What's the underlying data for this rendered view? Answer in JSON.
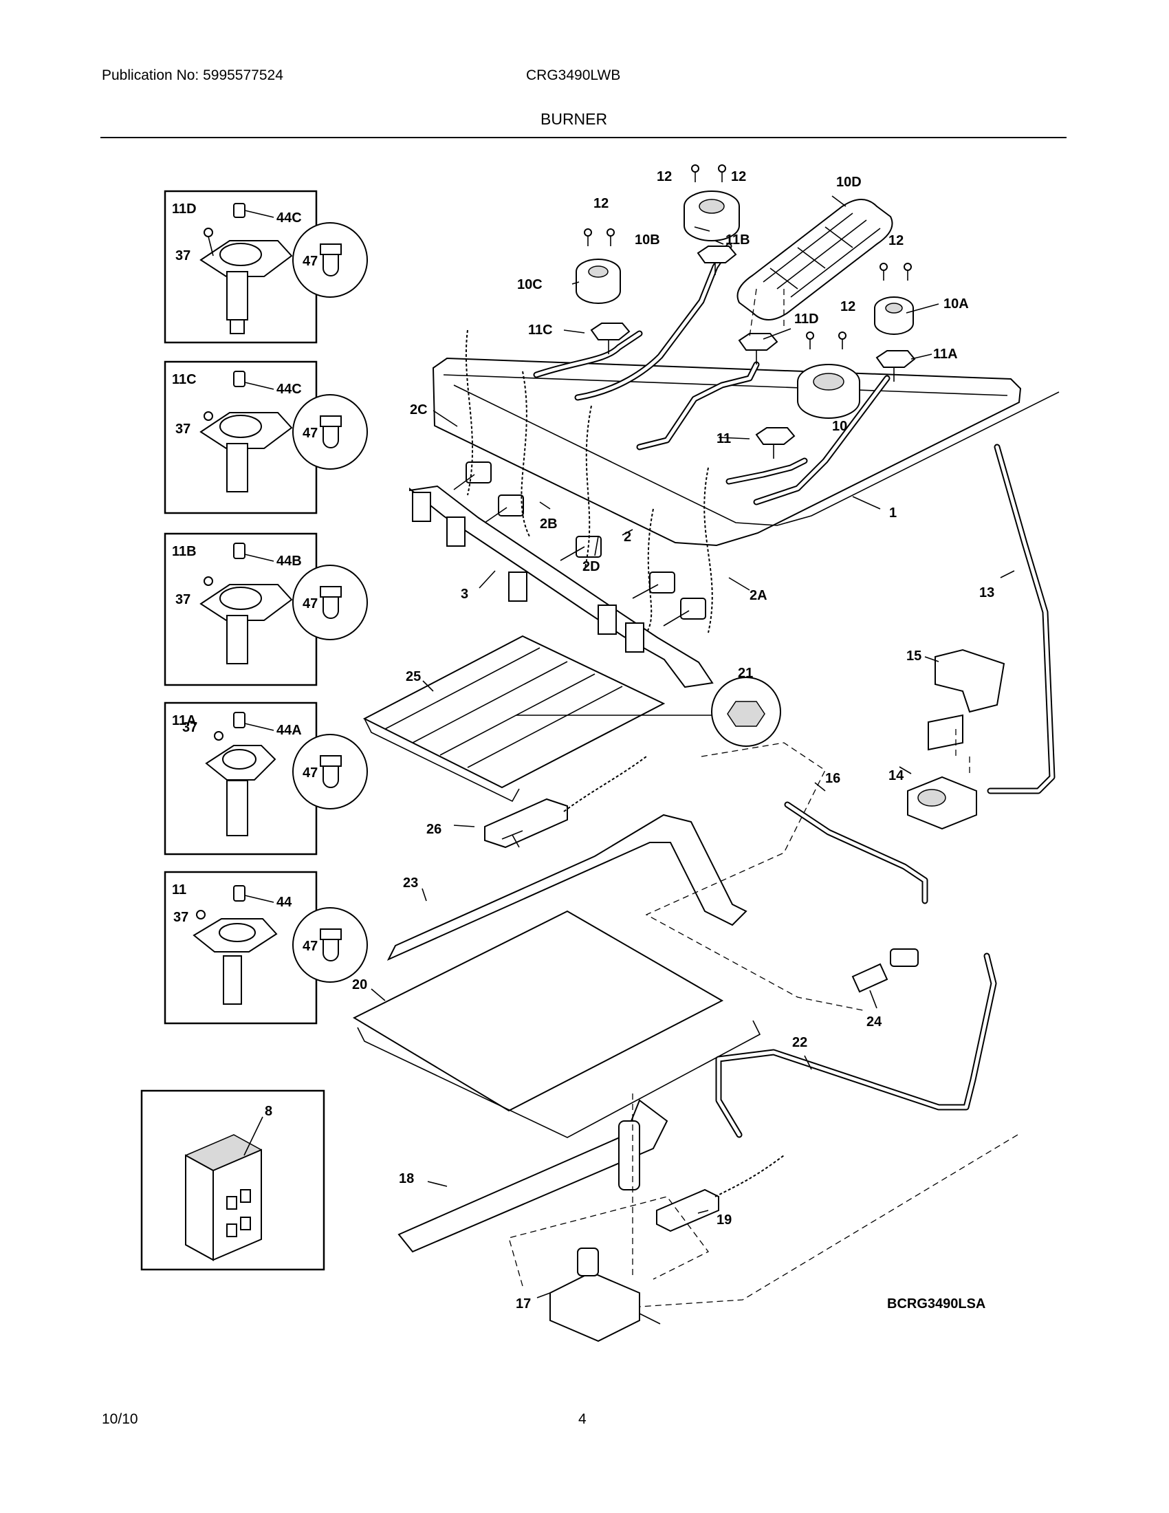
{
  "header": {
    "publication": "Publication No: 5995577524",
    "model": "CRG3490LWB",
    "section": "BURNER"
  },
  "footer": {
    "date": "10/10",
    "page": "4"
  },
  "diagram_code": "BCRG3490LSA",
  "insets": [
    {
      "title": "11D",
      "labels": [
        "44C",
        "37",
        "47"
      ]
    },
    {
      "title": "11C",
      "labels": [
        "44C",
        "37",
        "47"
      ]
    },
    {
      "title": "11B",
      "labels": [
        "44B",
        "37",
        "47"
      ]
    },
    {
      "title": "11A",
      "labels": [
        "44A",
        "37",
        "47"
      ]
    },
    {
      "title": "11",
      "labels": [
        "44",
        "37",
        "47"
      ]
    },
    {
      "title": "8"
    }
  ],
  "callouts": {
    "p1": "1",
    "p2": "2",
    "p2A": "2A",
    "p2B": "2B",
    "p2C": "2C",
    "p2D": "2D",
    "p3": "3",
    "p10": "10",
    "p10A": "10A",
    "p10B": "10B",
    "p10C": "10C",
    "p10D": "10D",
    "p11": "11",
    "p11A": "11A",
    "p11B": "11B",
    "p11C": "11C",
    "p11D": "11D",
    "p12": "12",
    "p13": "13",
    "p14": "14",
    "p15": "15",
    "p16": "16",
    "p17": "17",
    "p18": "18",
    "p19": "19",
    "p20": "20",
    "p21": "21",
    "p22": "22",
    "p23": "23",
    "p24": "24",
    "p25": "25",
    "p26": "26"
  }
}
